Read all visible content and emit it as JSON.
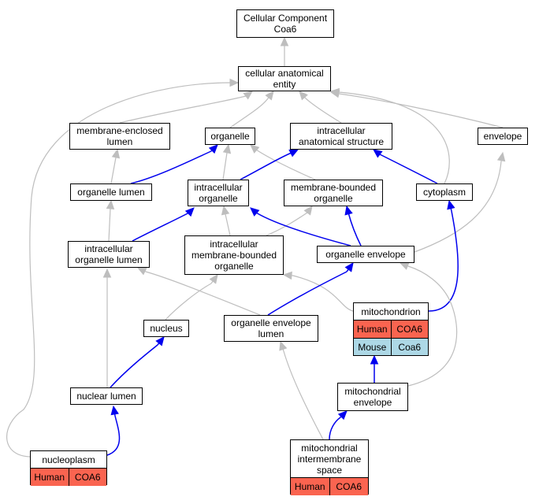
{
  "nodes": {
    "root": [
      "Cellular Component",
      "Coa6"
    ],
    "cae": [
      "cellular anatomical",
      "entity"
    ],
    "mel": [
      "membrane-enclosed",
      "lumen"
    ],
    "organelle": [
      "organelle"
    ],
    "ias": [
      "intracellular",
      "anatomical structure"
    ],
    "envelope": [
      "envelope"
    ],
    "ol": [
      "organelle lumen"
    ],
    "io": [
      "intracellular",
      "organelle"
    ],
    "mbo": [
      "membrane-bounded",
      "organelle"
    ],
    "cytoplasm": [
      "cytoplasm"
    ],
    "iol": [
      "intracellular",
      "organelle lumen"
    ],
    "imbo": [
      "intracellular",
      "membrane-bounded",
      "organelle"
    ],
    "oe": [
      "organelle envelope"
    ],
    "nucleus": [
      "nucleus"
    ],
    "oel": [
      "organelle envelope",
      "lumen"
    ],
    "nl": [
      "nuclear lumen"
    ],
    "me": [
      "mitochondrial",
      "envelope"
    ]
  },
  "tables": {
    "mito": {
      "title": [
        "mitochondrion"
      ],
      "rows": [
        [
          {
            "text": "Human",
            "species": "human"
          },
          {
            "text": "COA6",
            "species": "human"
          }
        ],
        [
          {
            "text": "Mouse",
            "species": "mouse"
          },
          {
            "text": "Coa6",
            "species": "mouse"
          }
        ]
      ]
    },
    "nucleoplasm": {
      "title": [
        "nucleoplasm"
      ],
      "rows": [
        [
          {
            "text": "Human",
            "species": "human"
          },
          {
            "text": "COA6",
            "species": "human"
          }
        ]
      ]
    },
    "mims": {
      "title": [
        "mitochondrial",
        "intermembrane",
        "space"
      ],
      "rows": [
        [
          {
            "text": "Human",
            "species": "human"
          },
          {
            "text": "COA6",
            "species": "human"
          }
        ]
      ]
    }
  },
  "edge_colors": {
    "is_a": "#bebebe",
    "part_of": "#0000ee"
  },
  "species_colors": {
    "human": "#fa6450",
    "mouse": "#add8e6"
  }
}
